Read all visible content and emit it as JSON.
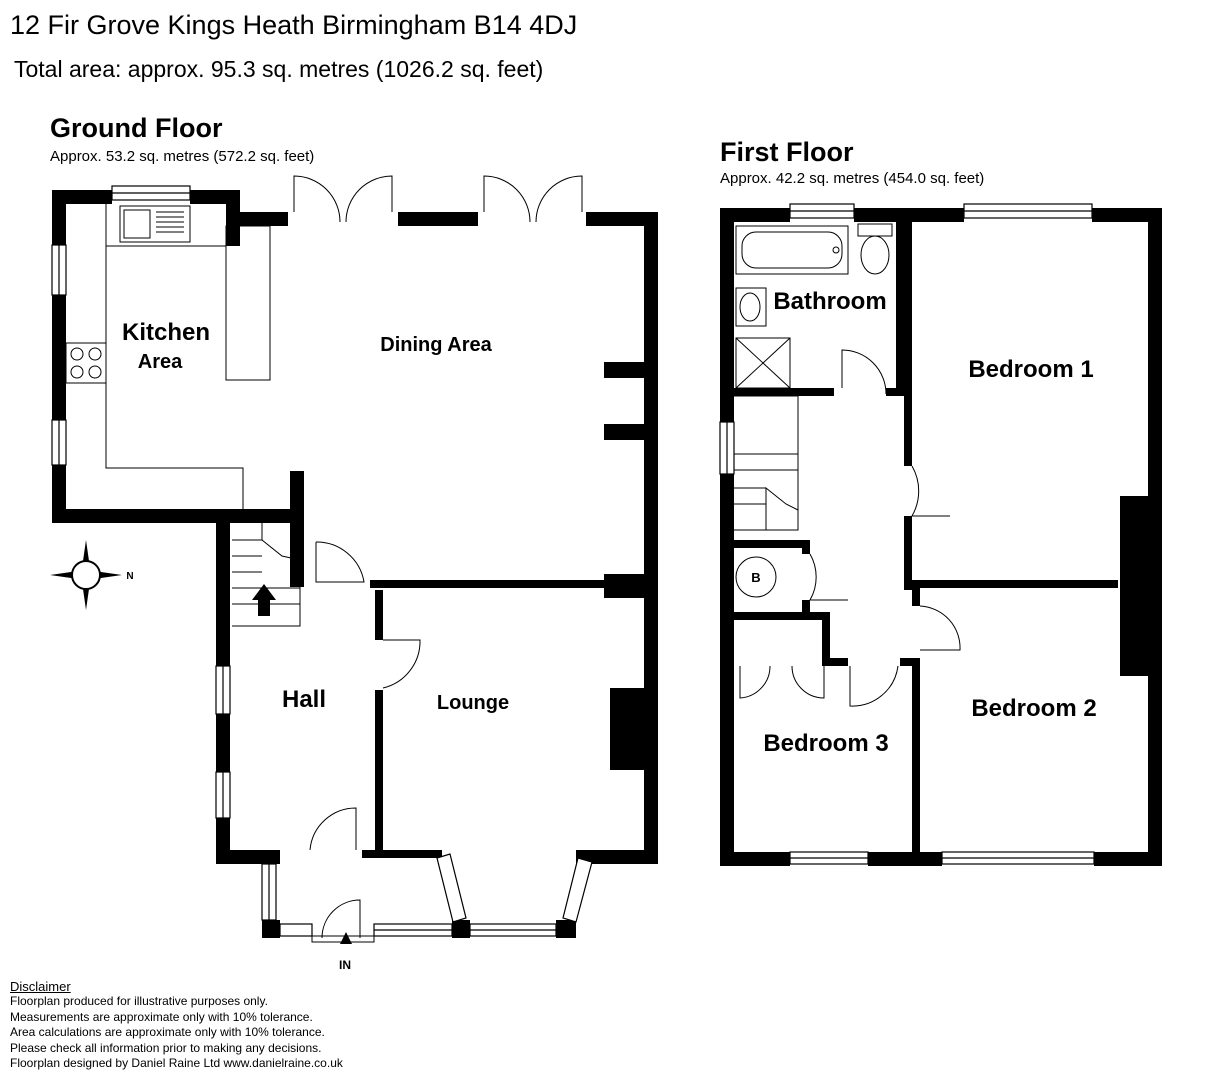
{
  "header": {
    "address": "12 Fir Grove Kings Heath Birmingham B14 4DJ",
    "total_area": "Total area: approx. 95.3 sq. metres (1026.2 sq. feet)"
  },
  "ground_floor": {
    "title": "Ground Floor",
    "area": "Approx. 53.2 sq. metres (572.2 sq. feet)",
    "rooms": {
      "kitchen_line1": "Kitchen",
      "kitchen_line2": "Area",
      "dining": "Dining Area",
      "hall": "Hall",
      "lounge": "Lounge"
    },
    "entrance": "IN"
  },
  "first_floor": {
    "title": "First Floor",
    "area": "Approx. 42.2 sq. metres (454.0 sq. feet)",
    "rooms": {
      "bathroom": "Bathroom",
      "bedroom1": "Bedroom 1",
      "bedroom2": "Bedroom 2",
      "bedroom3": "Bedroom 3",
      "boiler": "B"
    }
  },
  "compass": {
    "label": "N"
  },
  "disclaimer": {
    "heading": "Disclaimer",
    "lines": [
      "Floorplan produced for illustrative purposes only.",
      "Measurements are approximate only with 10% tolerance.",
      "Area calculations are approximate only with 10% tolerance.",
      "Please check all information prior to making any decisions.",
      "Floorplan designed by Daniel Raine Ltd www.danielraine.co.uk"
    ]
  }
}
